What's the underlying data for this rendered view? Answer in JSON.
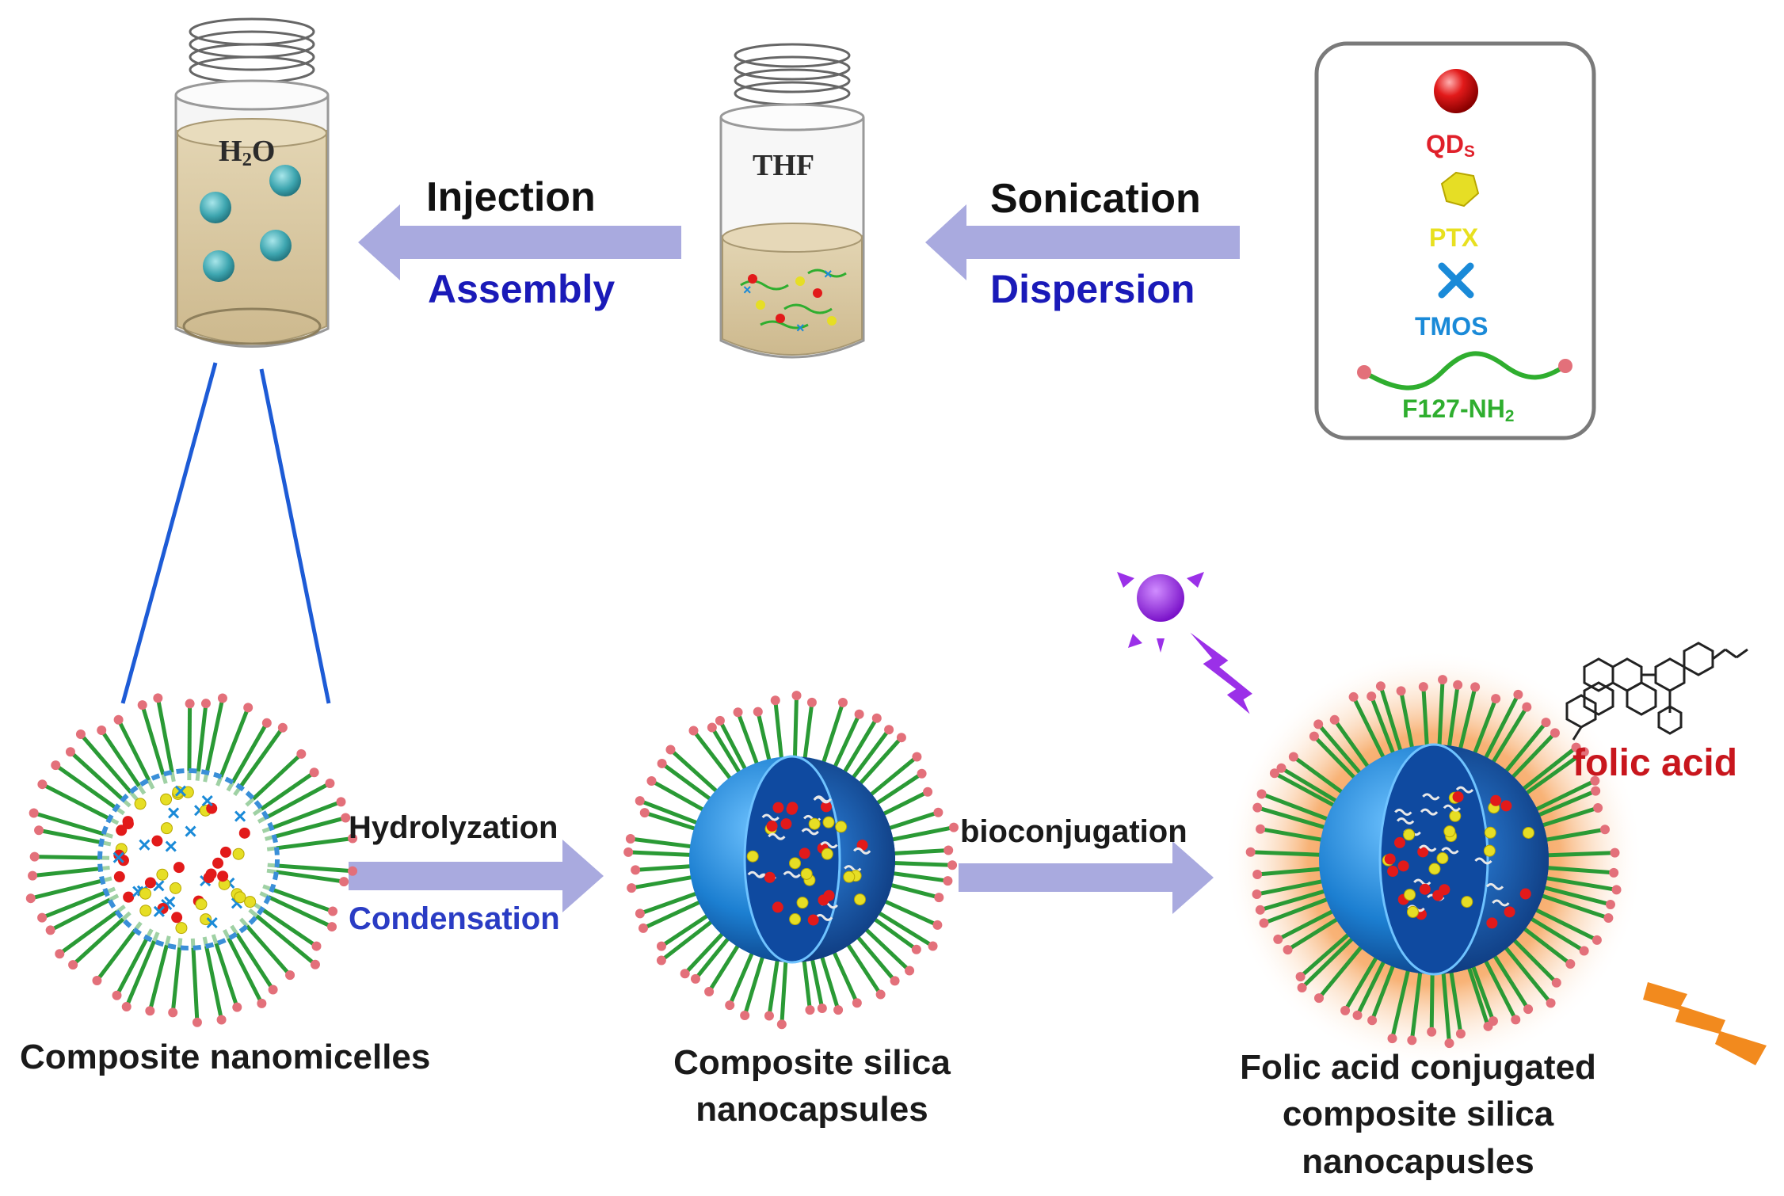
{
  "vials": {
    "water": {
      "label_main": "H",
      "label_sub": "2",
      "label_end": "O"
    },
    "thf": {
      "label": "THF"
    }
  },
  "steps": {
    "sonication": {
      "top": "Sonication",
      "bottom": "Dispersion"
    },
    "injection": {
      "top": "Injection",
      "bottom": "Assembly"
    },
    "hydrolyzation": {
      "top": "Hydrolyzation",
      "bottom": "Condensation"
    },
    "bioconjugation": {
      "top": "bioconjugation"
    }
  },
  "legend": {
    "qds": {
      "main": "QD",
      "sub": "S",
      "color": "#e0202a"
    },
    "ptx": {
      "label": "PTX",
      "color": "#e8e020"
    },
    "tmos": {
      "label": "TMOS",
      "color": "#1a8ad8"
    },
    "f127": {
      "main": "F127-NH",
      "sub": "2",
      "color": "#2fae2f"
    }
  },
  "captions": {
    "nanomicelles": "Composite  nanomicelles",
    "silica_line1": "Composite  silica",
    "silica_line2": "nanocapsules",
    "folic_line1": "Folic acid conjugated",
    "folic_line2": "composite silica",
    "folic_line3": "nanocapusles"
  },
  "annotations": {
    "folic_acid": "folic acid"
  },
  "colors": {
    "arrow": "#a9aadf",
    "vial_liquid": "#d9c9a6",
    "zoom_line": "#1d5bd6",
    "polymer_green": "#2a9a35",
    "end_cap_pink": "#e3707a",
    "shell_blue": "#1c7fd1",
    "glow_orange": "#f07a1a",
    "light_purple": "#9b30e8",
    "folic_text": "#c8161d"
  }
}
